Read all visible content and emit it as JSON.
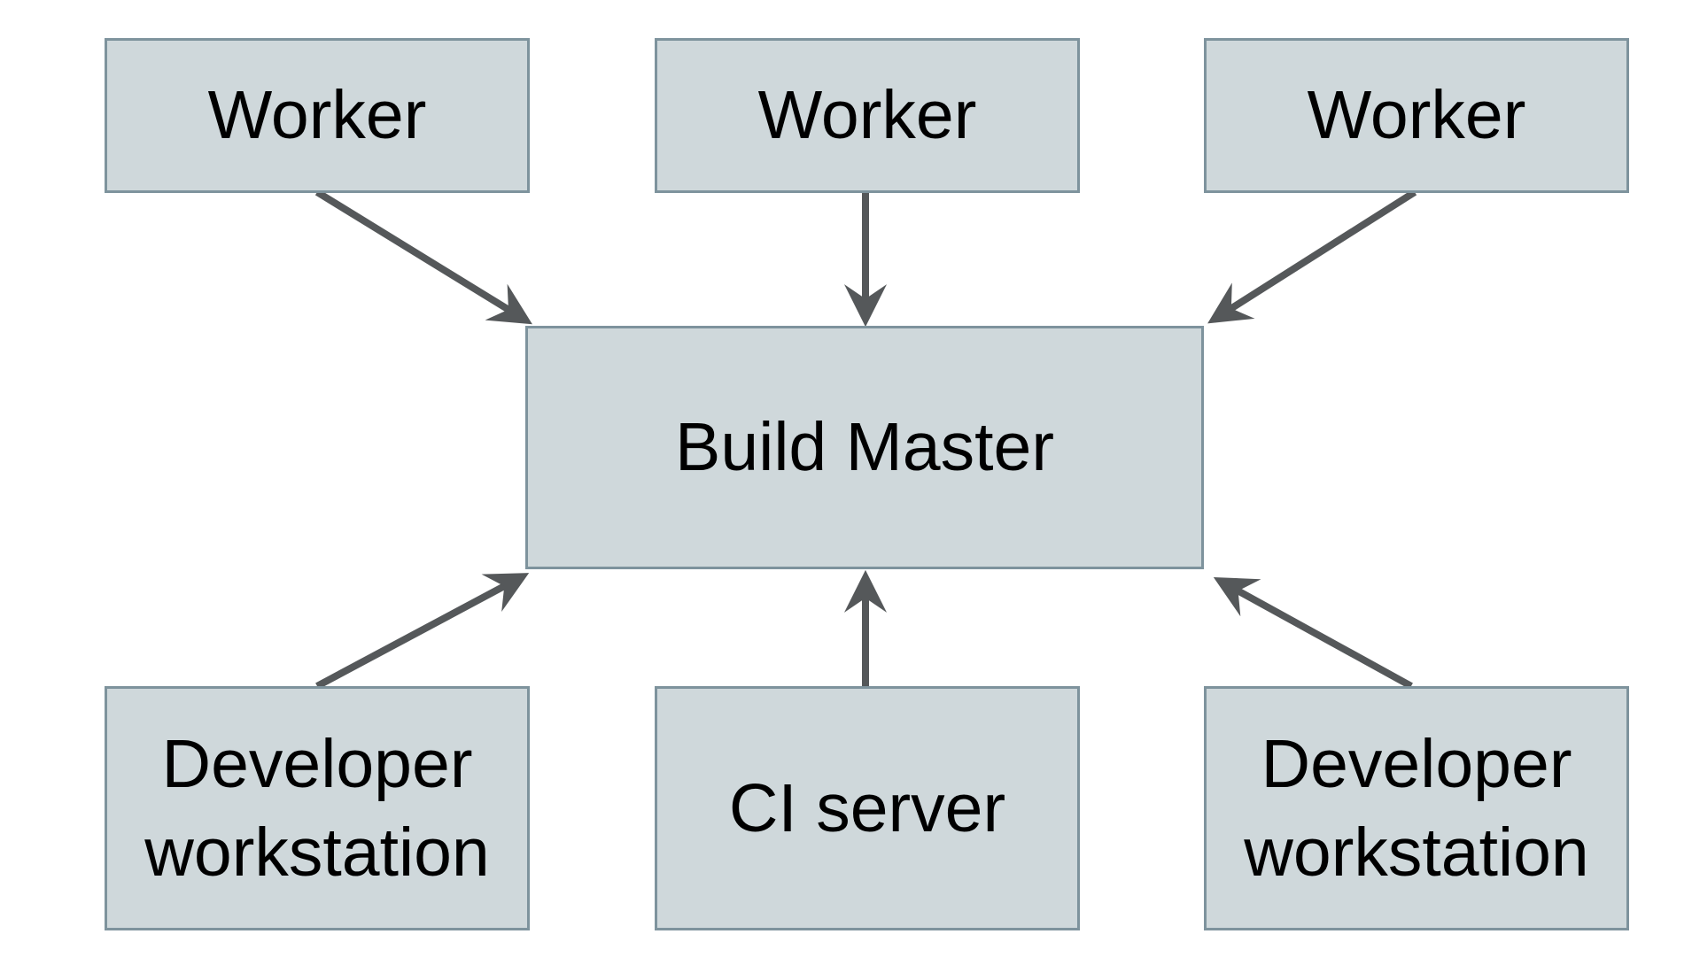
{
  "diagram": {
    "type": "flow-diagram",
    "colors": {
      "background": "#ffffff",
      "node_fill": "#cfd8db",
      "node_border": "#7e939d",
      "node_text": "#000000",
      "arrow": "#55585a"
    },
    "nodes": [
      {
        "id": "worker-1",
        "label": "Worker"
      },
      {
        "id": "worker-2",
        "label": "Worker"
      },
      {
        "id": "worker-3",
        "label": "Worker"
      },
      {
        "id": "build-master",
        "label": "Build Master"
      },
      {
        "id": "dev-workstation-left",
        "label": "Developer workstation"
      },
      {
        "id": "ci-server",
        "label": "CI server"
      },
      {
        "id": "dev-workstation-right",
        "label": "Developer workstation"
      }
    ],
    "edges": [
      {
        "from": "worker-1",
        "to": "build-master"
      },
      {
        "from": "worker-2",
        "to": "build-master"
      },
      {
        "from": "worker-3",
        "to": "build-master"
      },
      {
        "from": "dev-workstation-left",
        "to": "build-master"
      },
      {
        "from": "ci-server",
        "to": "build-master"
      },
      {
        "from": "dev-workstation-right",
        "to": "build-master"
      }
    ]
  }
}
